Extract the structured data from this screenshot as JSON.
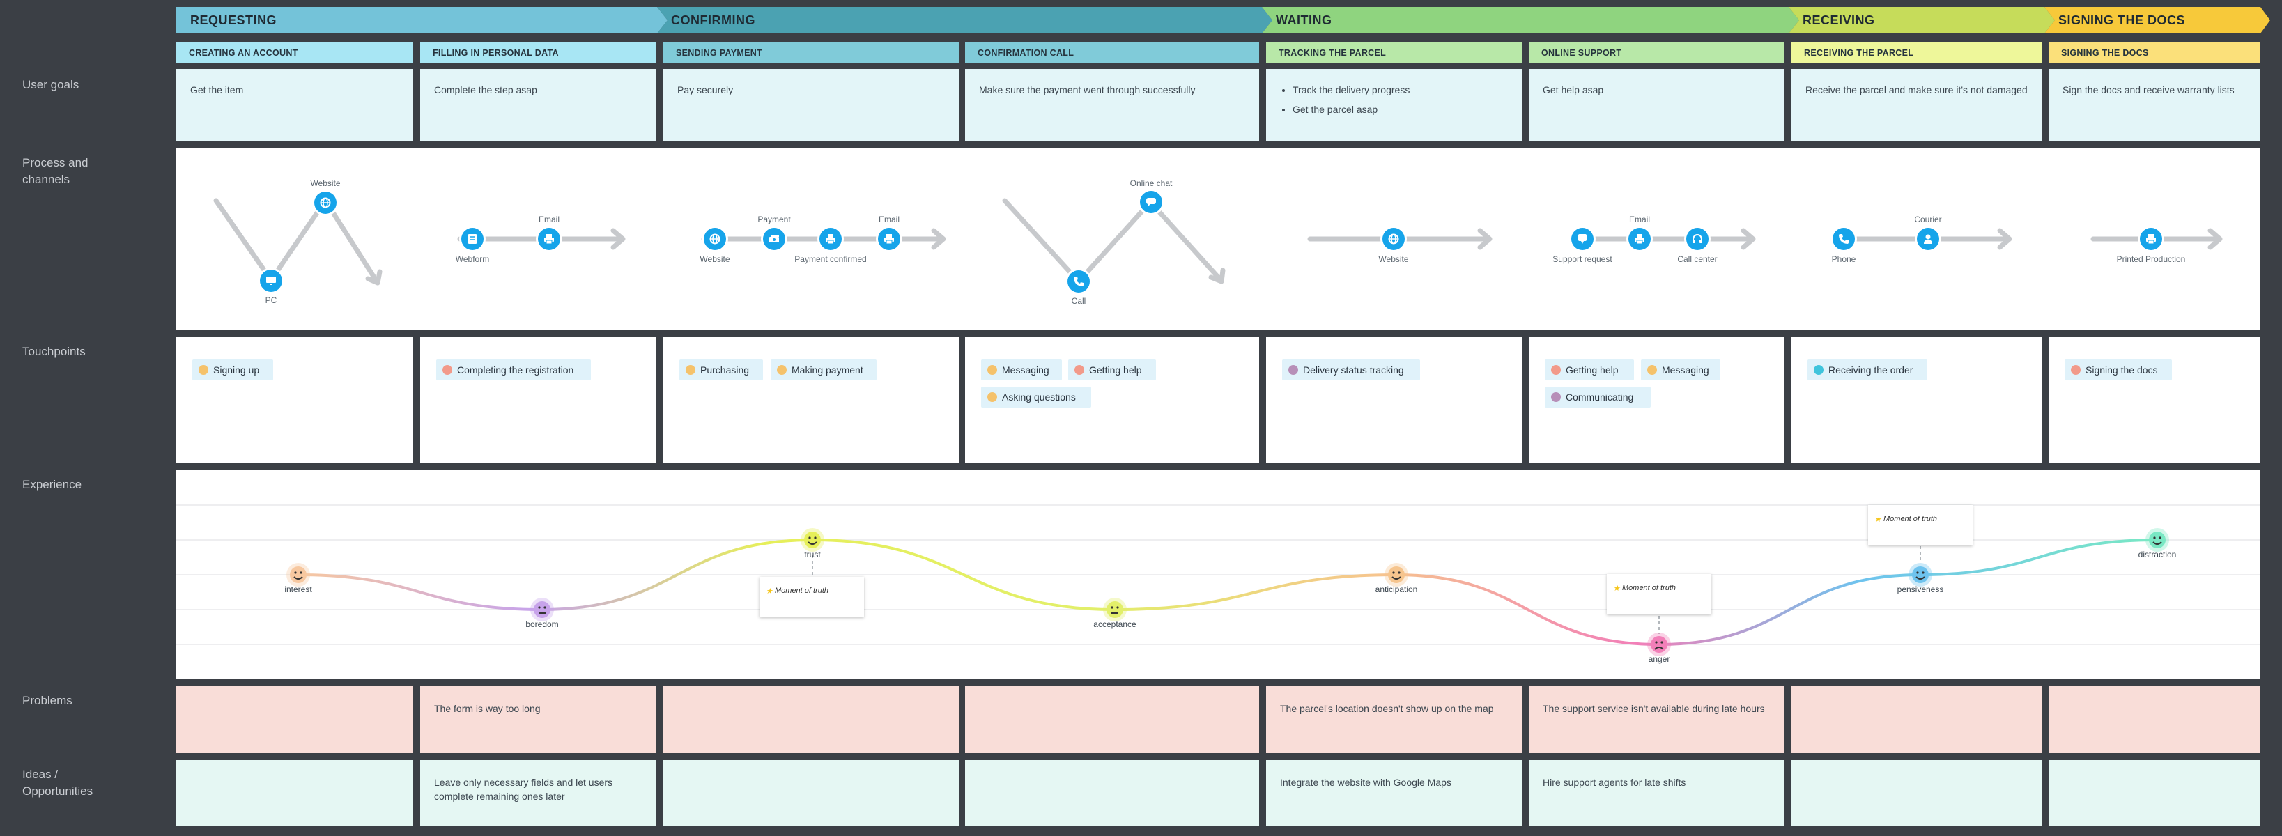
{
  "row_labels": {
    "goals": "User goals",
    "process": "Process and channels",
    "touchpoints": "Touchpoints",
    "experience": "Experience",
    "problems": "Problems",
    "ideas": "Ideas / Opportunities"
  },
  "phases": [
    {
      "label": "REQUESTING",
      "color": "#74c3d9"
    },
    {
      "label": "CONFIRMING",
      "color": "#4ba2b2"
    },
    {
      "label": "WAITING",
      "color": "#8fd47f"
    },
    {
      "label": "RECEIVING",
      "color": "#c6dc5a"
    },
    {
      "label": "SIGNING THE DOCS",
      "color": "#f7c93a"
    }
  ],
  "stages": [
    {
      "header": "CREATING AN ACCOUNT",
      "header_color": "#a8e6f4",
      "goal": "Get the item",
      "problem": "",
      "idea": ""
    },
    {
      "header": "FILLING IN PERSONAL DATA",
      "header_color": "#a8e6f4",
      "goal": "Complete the step asap",
      "problem": "The form is way too long",
      "idea": "Leave only necessary fields and let users complete remaining ones later"
    },
    {
      "header": "SENDING PAYMENT",
      "header_color": "#80cbd9",
      "goal": "Pay securely",
      "problem": "",
      "idea": ""
    },
    {
      "header": "CONFIRMATION CALL",
      "header_color": "#80cbd9",
      "goal": "Make sure the payment went through successfully",
      "problem": "",
      "idea": ""
    },
    {
      "header": "TRACKING THE PARCEL",
      "header_color": "#b8e8a8",
      "goal_list": [
        "Track the delivery progress",
        "Get the parcel asap"
      ],
      "problem": "The parcel's location doesn't show up on the map",
      "idea": "Integrate the website with Google Maps"
    },
    {
      "header": "ONLINE SUPPORT",
      "header_color": "#b8e8a8",
      "goal": "Get help asap",
      "problem": "The support service isn't available during late hours",
      "idea": "Hire support agents for late shifts"
    },
    {
      "header": "RECEIVING THE PARCEL",
      "header_color": "#eef79a",
      "goal": "Receive the parcel and make sure it's not damaged",
      "problem": "",
      "idea": ""
    },
    {
      "header": "SIGNING THE DOCS",
      "header_color": "#fbe07a",
      "goal": "Sign the docs and receive warranty lists",
      "problem": "",
      "idea": ""
    }
  ],
  "channels": {
    "s0": [
      "PC",
      "Website"
    ],
    "s1": [
      "Webform",
      "Email"
    ],
    "s2": [
      "Website",
      "Payment",
      "Payment confirmed",
      "Email"
    ],
    "s3": [
      "Call",
      "Online chat"
    ],
    "s4": [
      "Website"
    ],
    "s5": [
      "Support request",
      "Email",
      "Call center"
    ],
    "s6": [
      "Phone",
      "Courier"
    ],
    "s7": [
      "Printed Production"
    ]
  },
  "touchpoints": {
    "s0": [
      {
        "label": "Signing up",
        "color": "#f5c26b"
      }
    ],
    "s1": [
      {
        "label": "Completing the registration",
        "color": "#f29a8a"
      }
    ],
    "s2": [
      {
        "label": "Purchasing",
        "color": "#f5c26b"
      },
      {
        "label": "Making payment",
        "color": "#f5c26b"
      }
    ],
    "s3": [
      {
        "label": "Messaging",
        "color": "#f5c26b"
      },
      {
        "label": "Getting help",
        "color": "#f29a8a"
      },
      {
        "label": "Asking questions",
        "color": "#f5c26b"
      }
    ],
    "s4": [
      {
        "label": "Delivery status tracking",
        "color": "#b78fb8"
      }
    ],
    "s5": [
      {
        "label": "Getting help",
        "color": "#f29a8a"
      },
      {
        "label": "Messaging",
        "color": "#f5c26b"
      },
      {
        "label": "Communicating",
        "color": "#b78fb8"
      }
    ],
    "s6": [
      {
        "label": "Receiving the order",
        "color": "#3fc4dc"
      }
    ],
    "s7": [
      {
        "label": "Signing the docs",
        "color": "#f29a8a"
      }
    ]
  },
  "experience": {
    "points": [
      {
        "label": "interest",
        "level": 3,
        "color": "#f7c8a0"
      },
      {
        "label": "boredom",
        "level": 2,
        "color": "#c7a3ea"
      },
      {
        "label": "trust",
        "level": 4,
        "color": "#e6ef5a"
      },
      {
        "label": "acceptance",
        "level": 2,
        "color": "#e2ef6a"
      },
      {
        "label": "anticipation",
        "level": 3,
        "color": "#f6c58e"
      },
      {
        "label": "anger",
        "level": 1,
        "color": "#f27fb8"
      },
      {
        "label": "pensiveness",
        "level": 3,
        "color": "#6ec3ee"
      },
      {
        "label": "distraction",
        "level": 4,
        "color": "#7ae8c4"
      }
    ],
    "moment_label": "Moment of truth"
  }
}
